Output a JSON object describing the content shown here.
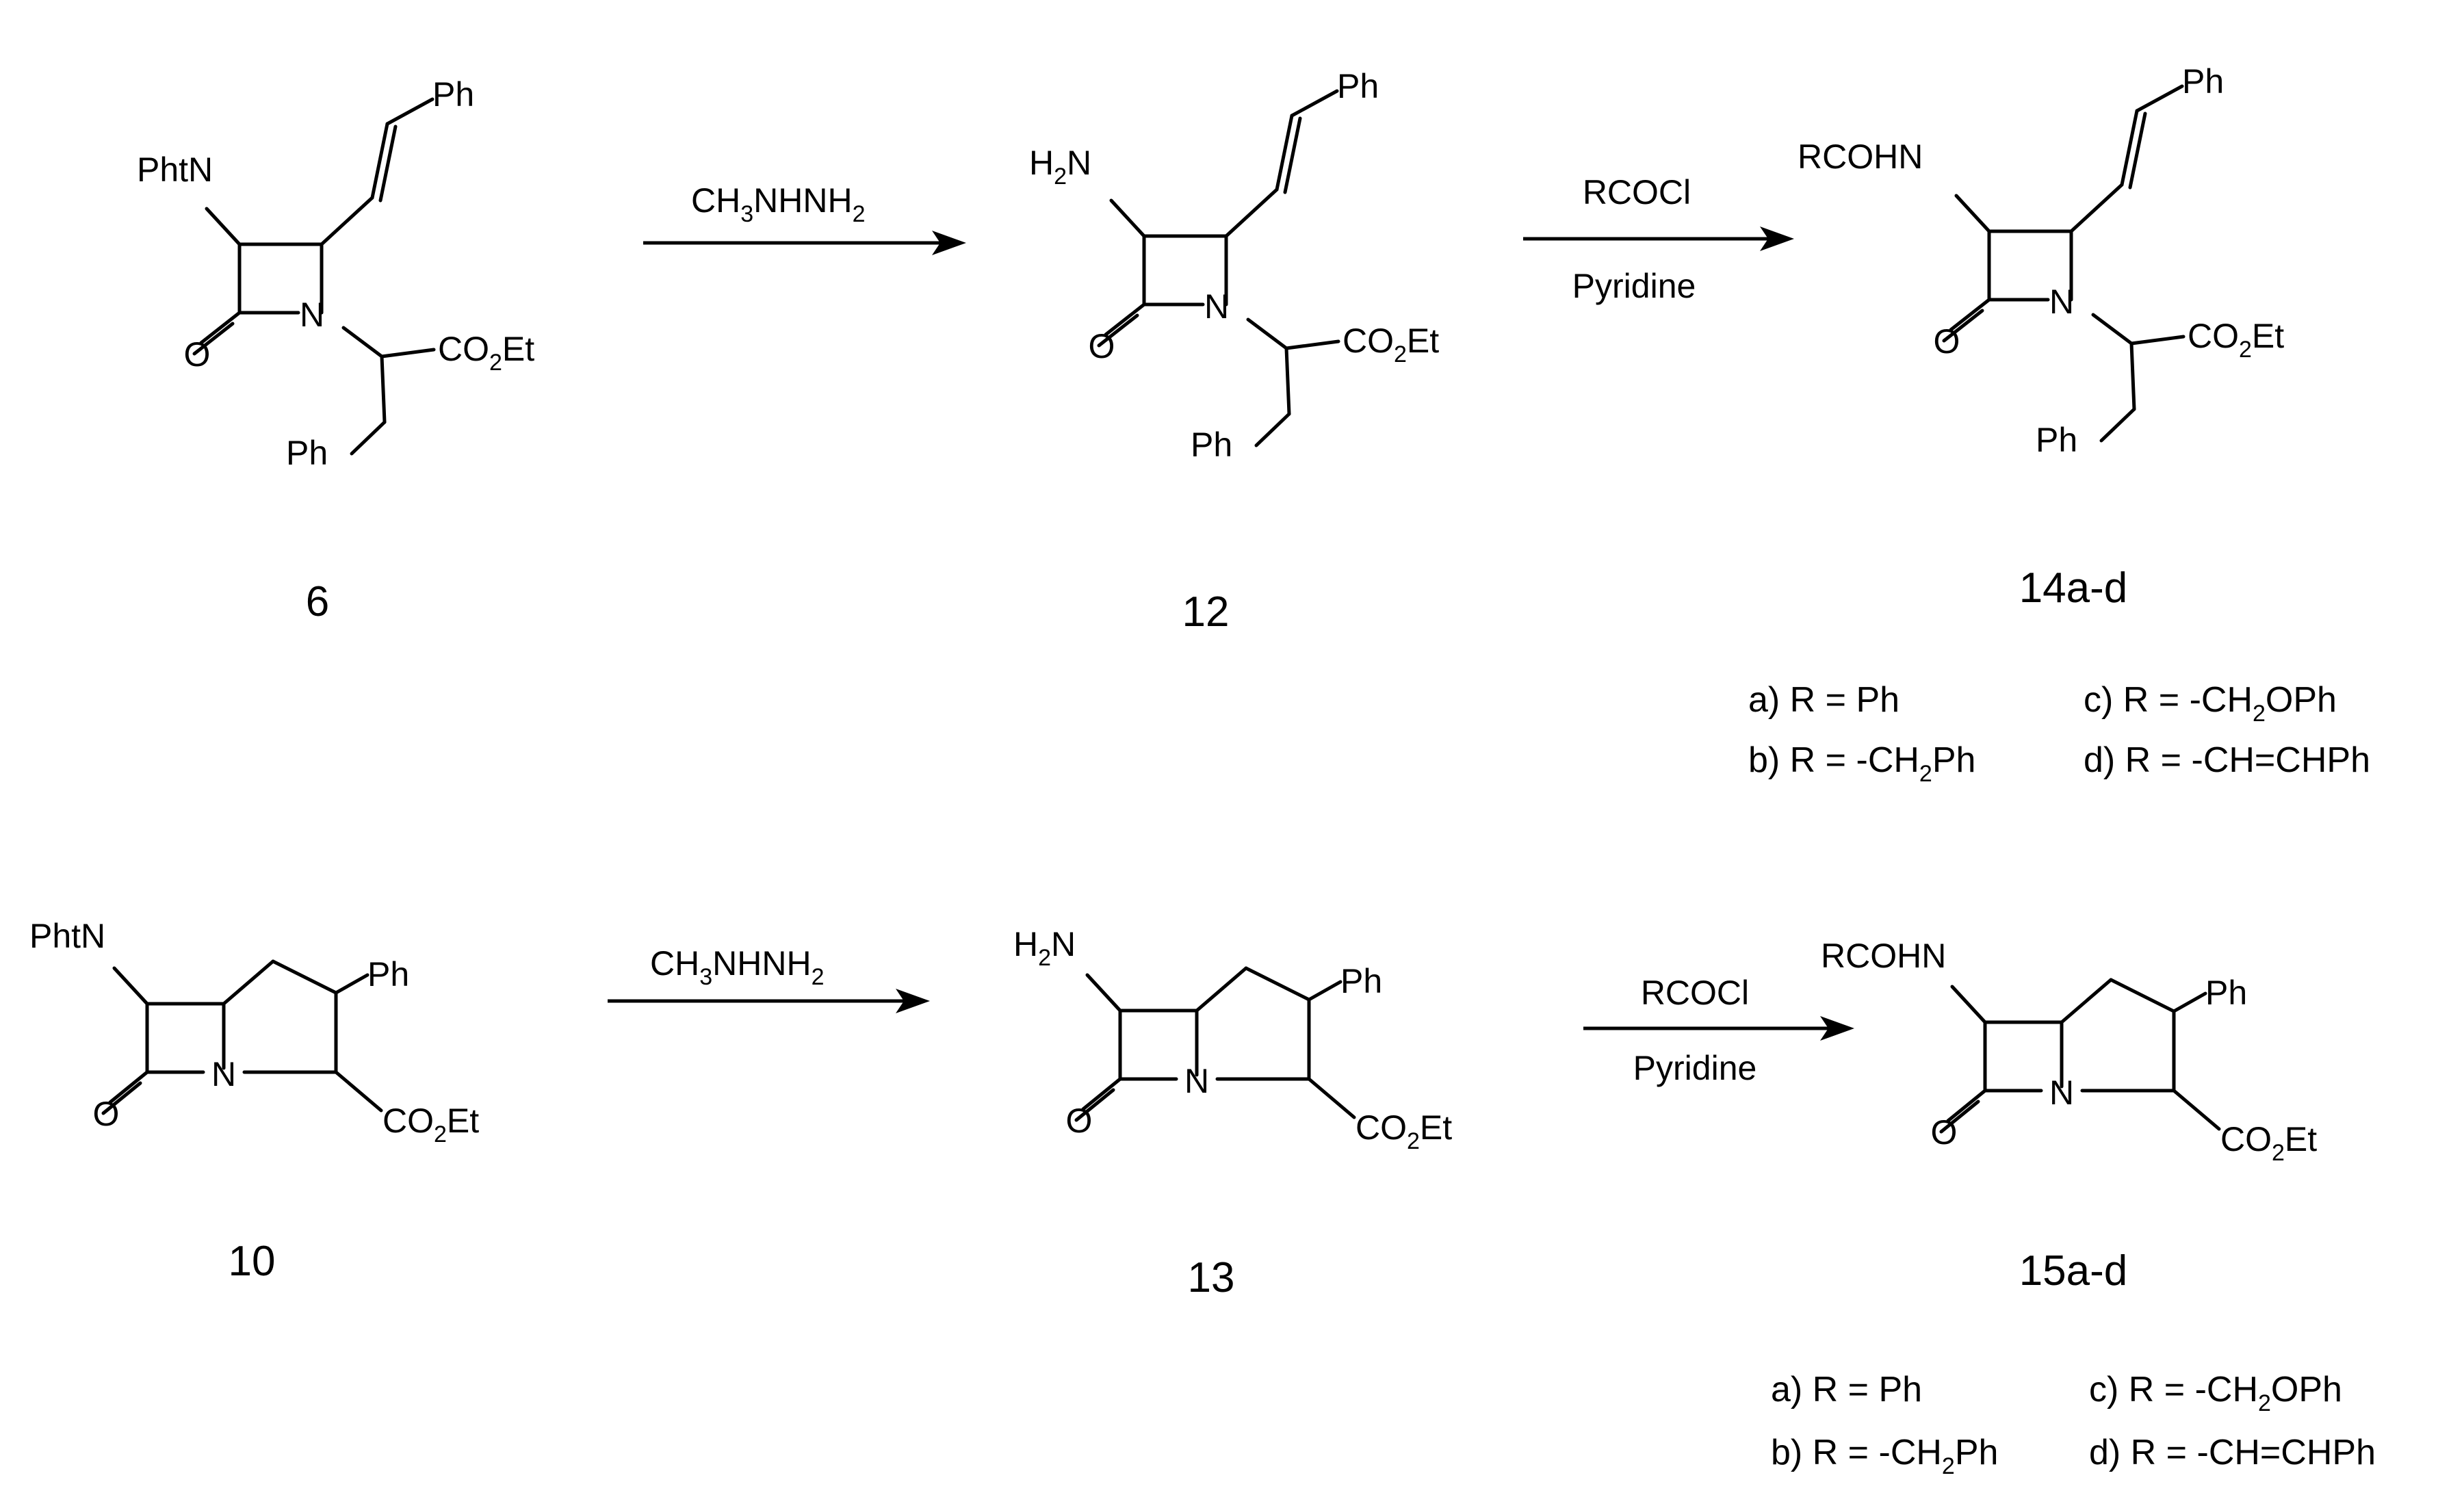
{
  "molecule_labels": {
    "Ph": "Ph",
    "PhtN": "PhtN",
    "H2N_H": "H",
    "H2N_sub": "2",
    "H2N_N": "N",
    "RCOHN": "RCOHN",
    "N": "N",
    "O": "O",
    "CO2Et_CO": "CO",
    "CO2Et_sub": "2",
    "CO2Et_Et": "Et"
  },
  "reagents": {
    "hydrazine_a": "CH",
    "hydrazine_sub1": "3",
    "hydrazine_b": "NHNH",
    "hydrazine_sub2": "2",
    "acyl": "RCOCl",
    "base": "Pyridine"
  },
  "compounds": {
    "c6": "6",
    "c12": "12",
    "c14": "14a-d",
    "c10": "10",
    "c13": "13",
    "c15": "15a-d"
  },
  "substituents": {
    "a": "a) R = Ph",
    "b_pre": "b) R = -CH",
    "b_sub": "2",
    "b_post": "Ph",
    "c_pre": "c) R = -CH",
    "c_sub": "2",
    "c_post": "OPh",
    "d": "d) R = -CH=CHPh"
  }
}
